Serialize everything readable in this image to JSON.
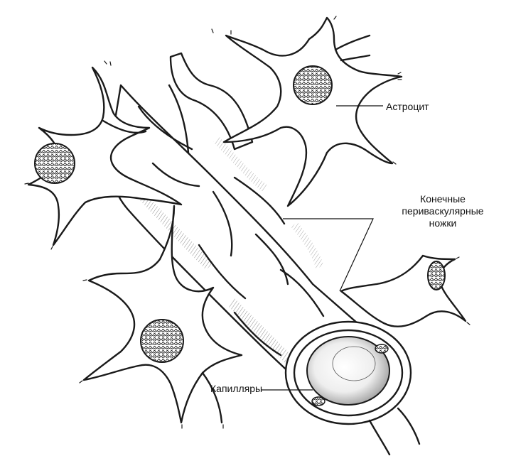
{
  "labels": {
    "astrocyte": "Астроцит",
    "endfeet_line1": "Конечные",
    "endfeet_line2": "периваскулярные",
    "endfeet_line3": "ножки",
    "capillaries": "Капилляры"
  },
  "colors": {
    "ink": "#1a1a1a",
    "background": "#ffffff"
  }
}
